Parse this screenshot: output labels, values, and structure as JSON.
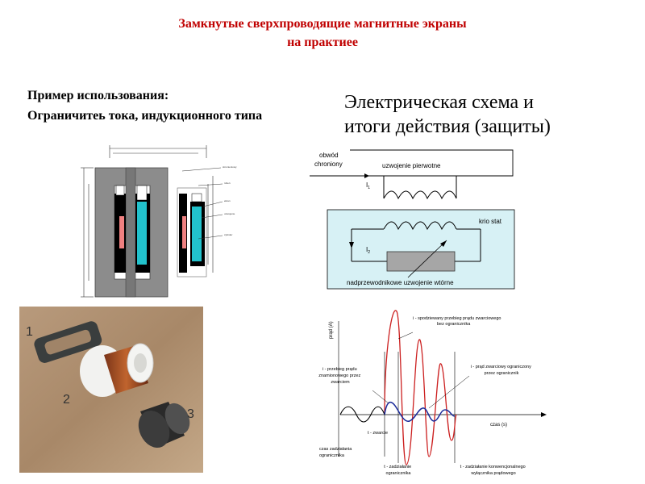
{
  "title": {
    "line1": "Замкнутые сверхпроводящие магнитные экраны",
    "line2": "на практиее"
  },
  "left": {
    "line1": "Пример использования:",
    "line2": "Ограничитеь тока, индукционного типа"
  },
  "right": {
    "heading_line1": "Электрическая схема и",
    "heading_line2": "итоги действия (защиты)"
  },
  "photo": {
    "labels": [
      "1",
      "2",
      "3"
    ]
  },
  "circuit": {
    "protected_circuit": [
      "obwód",
      "chroniony"
    ],
    "primary_winding": "uzwojenie pierwotne",
    "current_primary": "I",
    "current_primary_sub": "1",
    "cryostat": "krio stat",
    "current_secondary": "I",
    "current_secondary_sub": "2",
    "secondary_winding": "nadprzewodnikowe uzwojenie wtórne"
  },
  "graph": {
    "ylabel": "prąd (A)",
    "xlabel": "czas (s)",
    "label_i1": [
      "i  - spodziewany przebieg prądu zwarciowego",
      "bez ogranicznika"
    ],
    "label_in": [
      "i  - przebieg prądu",
      "znamionowego przez",
      "zwarciem"
    ],
    "label_i2": [
      "i  - prąd zwarciowy ograniczony",
      "przez ogranicznik"
    ],
    "label_t1": "t  - zwarcie",
    "label_limiter_time": [
      "czas zadziałania",
      "ogranicznika"
    ],
    "label_t2": [
      "t  - zadziałanie",
      "ogranicznika"
    ],
    "label_t3": [
      "t  - zadziałanie konwencjonalnego",
      "wyłącznika prądowego"
    ]
  },
  "colors": {
    "title": "#c00000",
    "expected_current": "#cc2020",
    "limited_current": "#1a2a9a",
    "cryostat_fill": "#d7f1f5",
    "shield_cyan": "#22c2cc"
  }
}
